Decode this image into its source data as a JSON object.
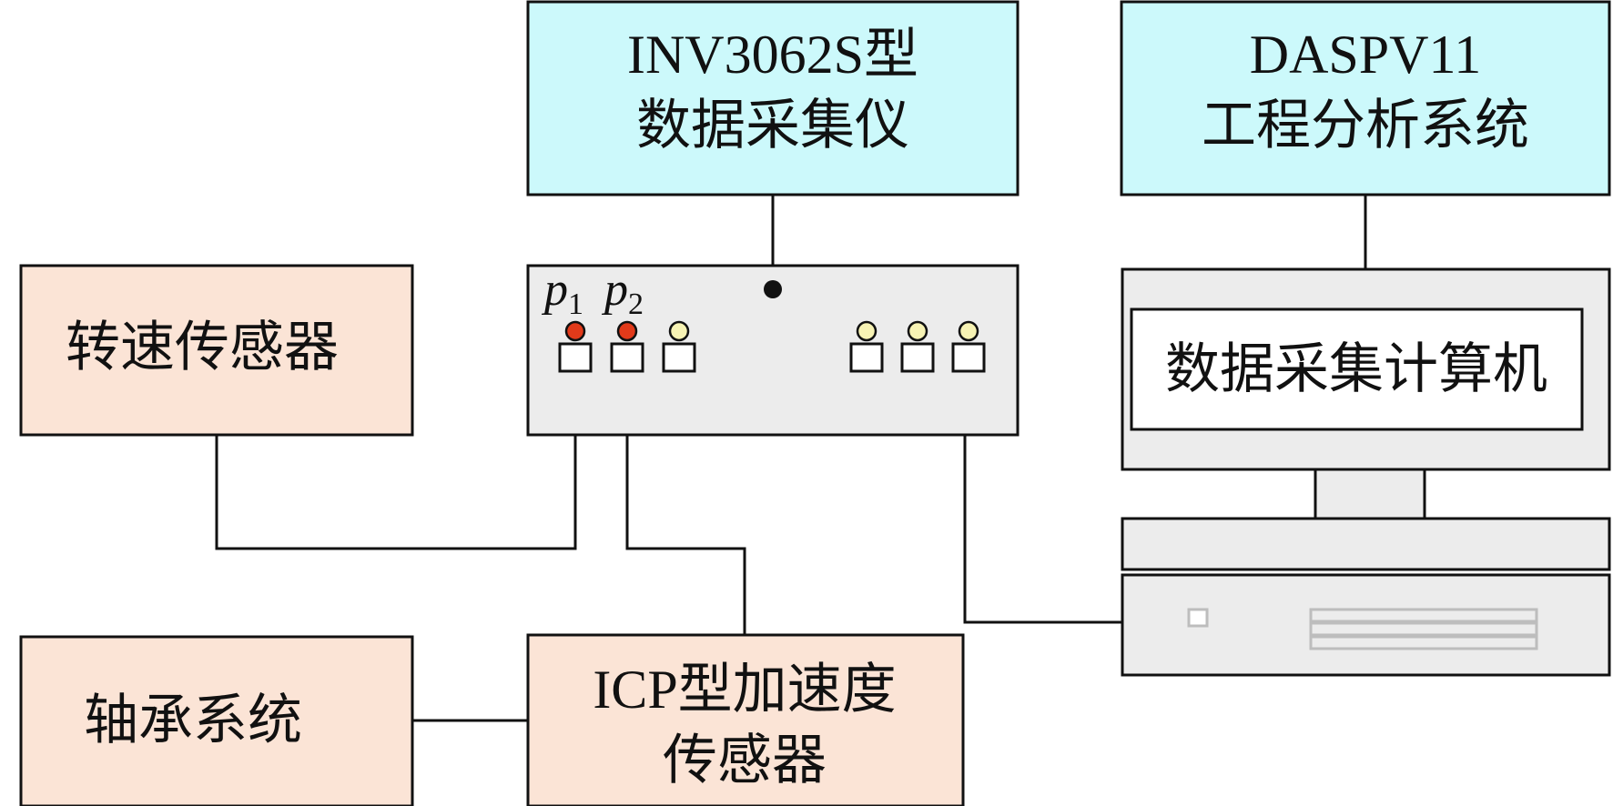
{
  "colors": {
    "cyan_box": "#ccf9fb",
    "peach_box": "#fbe4d6",
    "gray_box": "#ececec",
    "red_led": "#e23a1a",
    "yellow_led": "#f7f3b4",
    "stroke": "#111111"
  },
  "boxes": {
    "acquisition_instrument": {
      "line1": "INV3062S型",
      "line2": "数据采集仪"
    },
    "analysis_system": {
      "line1": "DASPV11",
      "line2": "工程分析系统"
    },
    "speed_sensor": {
      "label": "转速传感器"
    },
    "bearing_system": {
      "label": "轴承系统"
    },
    "accelerometer": {
      "line1": "ICP型加速度",
      "line2": "传感器"
    },
    "computer_screen": {
      "label": "数据采集计算机"
    }
  },
  "ports": {
    "p1": {
      "letter": "p",
      "sub": "1"
    },
    "p2": {
      "letter": "p",
      "sub": "2"
    }
  }
}
